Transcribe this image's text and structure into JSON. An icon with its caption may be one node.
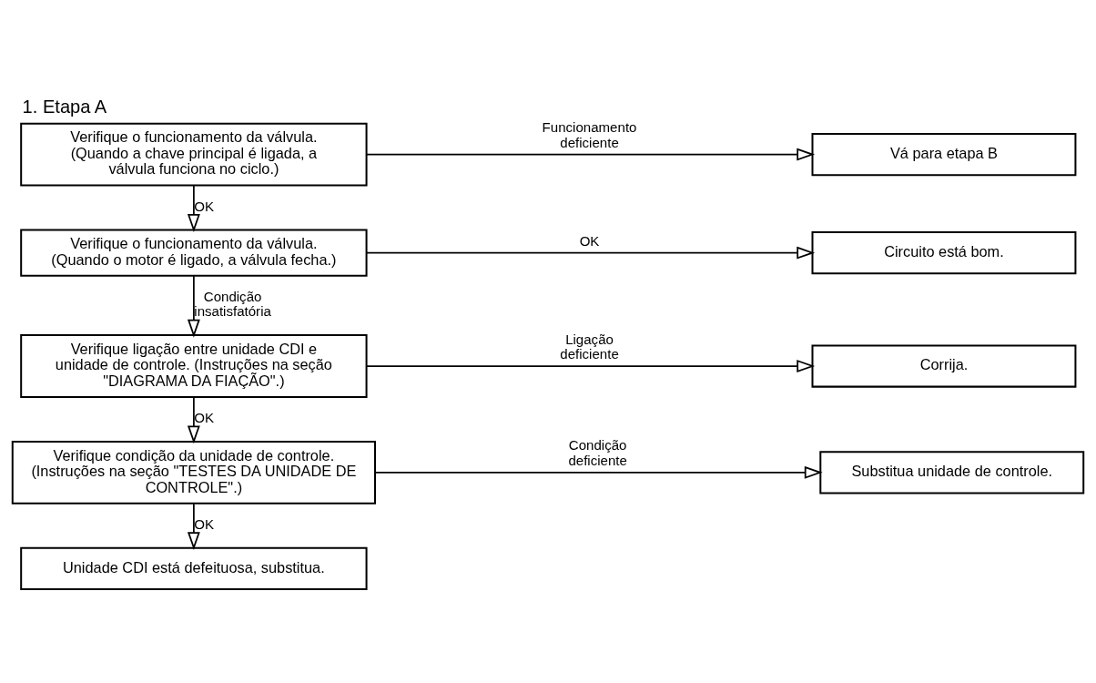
{
  "diagram": {
    "title": "1. Etapa A",
    "nodes": [
      {
        "text": [
          "Verifique o funcionamento da válvula. (Quando a chave principal é ligada, a válvula funciona no ciclo.)"
        ]
      },
      {
        "text": [
          "Vá para etapa B"
        ]
      },
      {
        "text": [
          "Verifique o funcionamento da válvula. (Quando o motor é ligado, a válvula fecha.)"
        ]
      },
      {
        "text": [
          "Circuito está bom."
        ]
      },
      {
        "text": [
          "Verifique ligação entre unidade CDI e unidade de controle. (Instruções na seção \"DIAGRAMA DA FIAÇÃO\".)"
        ]
      },
      {
        "text": [
          "Corrija."
        ]
      },
      {
        "text": [
          "Verifique condição da unidade de controle. (Instruções na seção \"TESTES DA UNIDADE DE CONTROLE\".)"
        ]
      },
      {
        "text": [
          "Substitua unidade de controle."
        ]
      },
      {
        "text": [
          "Unidade CDI está defeituosa, substitua."
        ]
      }
    ],
    "edges": [
      {
        "from": 0,
        "to": 1,
        "arrow": "to",
        "label": "Funcionamento deficiente"
      },
      {
        "from": 0,
        "to": 2,
        "arrow": "to",
        "label": "OK"
      },
      {
        "from": 2,
        "to": 3,
        "arrow": "to",
        "label": "OK"
      },
      {
        "from": 2,
        "to": 4,
        "arrow": "to",
        "label": "Condição insatisfatória"
      },
      {
        "from": 4,
        "to": 5,
        "arrow": "to",
        "label": "Ligação deficiente"
      },
      {
        "from": 4,
        "to": 6,
        "arrow": "to",
        "label": "OK"
      },
      {
        "from": 6,
        "to": 7,
        "arrow": "to",
        "label": "Condição deficiente"
      },
      {
        "from": 6,
        "to": 8,
        "arrow": "to",
        "label": "OK"
      }
    ]
  }
}
